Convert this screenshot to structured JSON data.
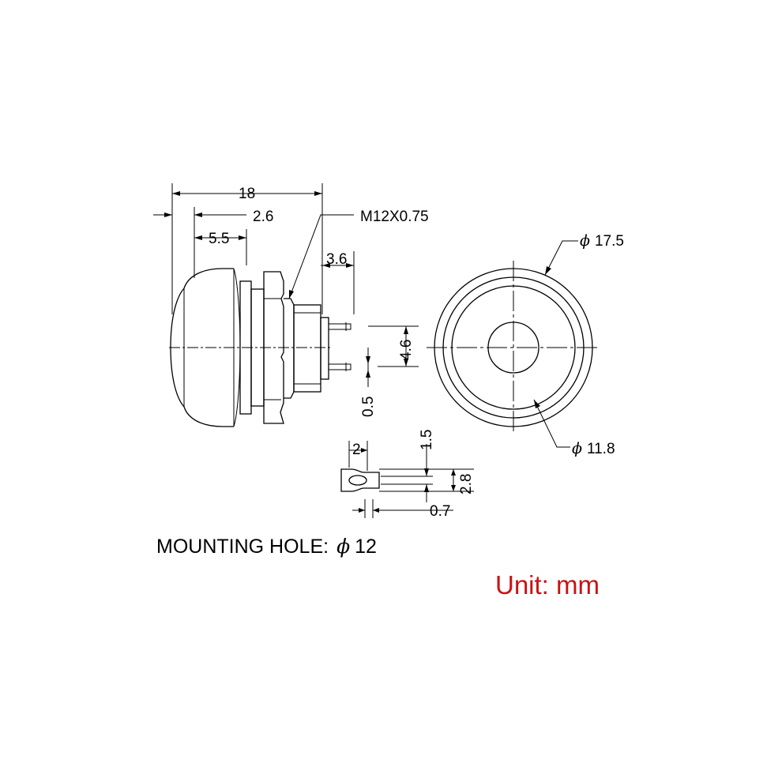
{
  "drawing": {
    "side_view": {
      "overall_length": "18",
      "cap_offset": "2.6",
      "cap_depth": "5.5",
      "thread": "M12X0.75",
      "terminal_length": "3.6",
      "terminal_spacing": "4.6",
      "terminal_thickness": "0.5"
    },
    "front_view": {
      "outer_diameter_symbol": "ϕ",
      "outer_diameter": "17.5",
      "inner_diameter_symbol": "ϕ",
      "inner_diameter": "11.8"
    },
    "terminal_detail": {
      "tab_width": "2",
      "hole_width": "1.5",
      "tab_height": "2.8",
      "hole_height": "0.7"
    },
    "mounting_hole": {
      "label": "MOUNTING HOLE:",
      "symbol": "ϕ",
      "value": "12"
    },
    "unit_note": "Unit: mm"
  }
}
